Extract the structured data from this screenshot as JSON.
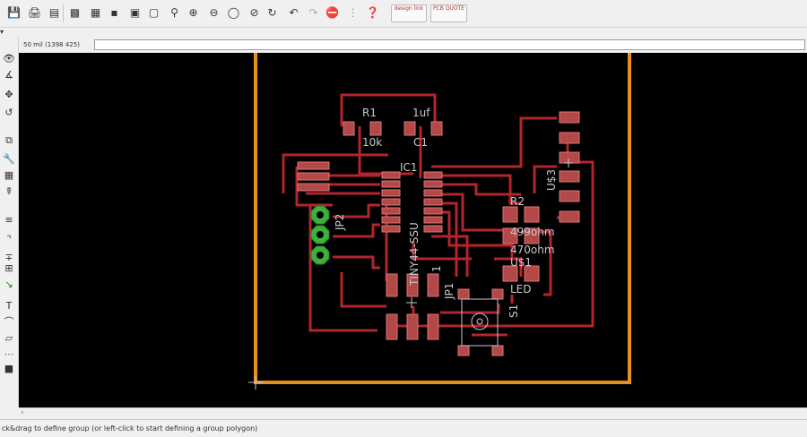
{
  "toolbar": {
    "badge_design_link": "design link",
    "badge_pcb_quote": "PCB QUOTE"
  },
  "coord_display": "50 mil (1398 425)",
  "command_input": "",
  "status_text": "ck&drag to define group (or left-click to start defining a group polygon)",
  "board": {
    "labels": {
      "r1_name": "R1",
      "r1_value": "10k",
      "c1_value": "1uf",
      "c1_name": "C1",
      "ic1_name": "IC1",
      "ic1_value": "TINY44-SSU",
      "jp2_name": "JP2",
      "r2_name": "R2",
      "r2_value": "499ohm",
      "led_value": "470ohm",
      "u1_name": "U$1",
      "led_label": "LED",
      "u3_name": "U$3",
      "jp1_name": "JP1",
      "jp1_pin": "1",
      "s1_name": "S1"
    }
  },
  "colors": {
    "trace": "#b3252c",
    "board_outline": "#e8901a",
    "pad_fill": "#b34848",
    "through_hole": "#3cb03c",
    "label": "#c8c8c8"
  }
}
